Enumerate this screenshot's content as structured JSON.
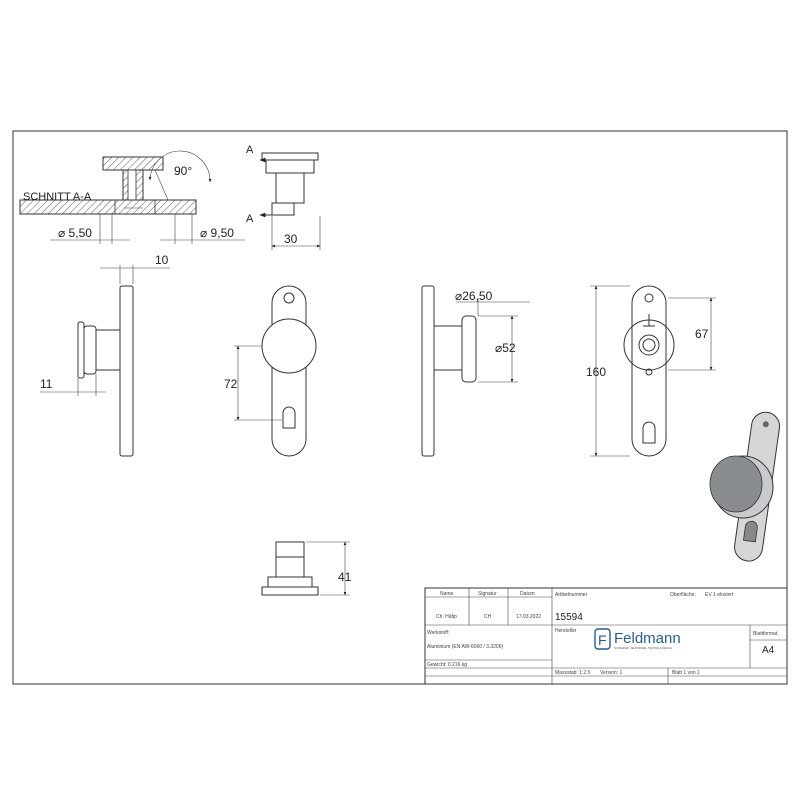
{
  "section": {
    "label": "SCHNITT A-A",
    "angle": "90°",
    "dia_hole": "⌀ 5,50",
    "dia_counter": "⌀ 9,50"
  },
  "side_small": {
    "cut_top": "A",
    "cut_bottom": "A",
    "width": "30"
  },
  "left_view": {
    "plate_thickness": "10",
    "knob_offset": "11"
  },
  "front_view": {
    "spacing": "72"
  },
  "knob_view": {
    "dia_inner": "⌀26,50",
    "dia_outer": "⌀52"
  },
  "back_view": {
    "height": "160",
    "knob_height": "67"
  },
  "bottom_view": {
    "height": "41"
  },
  "title_block": {
    "col_name": "Name",
    "col_signature": "Signatur",
    "col_date": "Datum",
    "col_article": "Artikelnummer",
    "col_surface": "Oberfläche:",
    "surface_value": "EV 1 eloxiert",
    "name_value": "Ch. Häfip",
    "signature_value": "CH",
    "date_value": "17.03.2022",
    "article_number": "15594",
    "producer_label": "Hersteller",
    "material_label": "Werkstoff:",
    "material_value": "Aluminium (EN AW-6060 / 3.3206)",
    "weight": "Gewicht: 0.216 kg",
    "scale": "Massstab: 1:2.5",
    "version": "Version: 1",
    "sheet": "Blatt 1 von 1",
    "format_label": "Blattformat",
    "format_value": "A4",
    "brand": "Feldmann",
    "brand_tagline": "SCHNEIDER, VELDHANDEL, TECHNIK & DESIGN",
    "logo_letter": "F"
  }
}
